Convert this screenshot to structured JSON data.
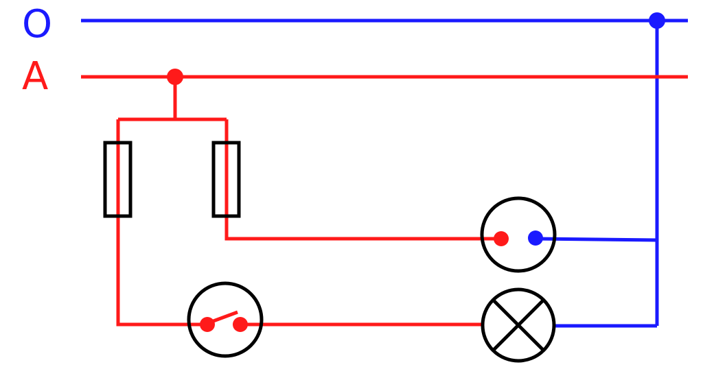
{
  "labels": {
    "neutral": "O",
    "phase": "A"
  },
  "colors": {
    "neutral_wire": "#1a1aff",
    "phase_wire": "#ff1a1a",
    "component_outline": "#000000",
    "background": "#ffffff"
  },
  "components": {
    "fuse_left": "fuse",
    "fuse_right": "fuse",
    "socket": "socket-outlet",
    "switch": "single-pole-switch",
    "lamp": "lamp"
  }
}
